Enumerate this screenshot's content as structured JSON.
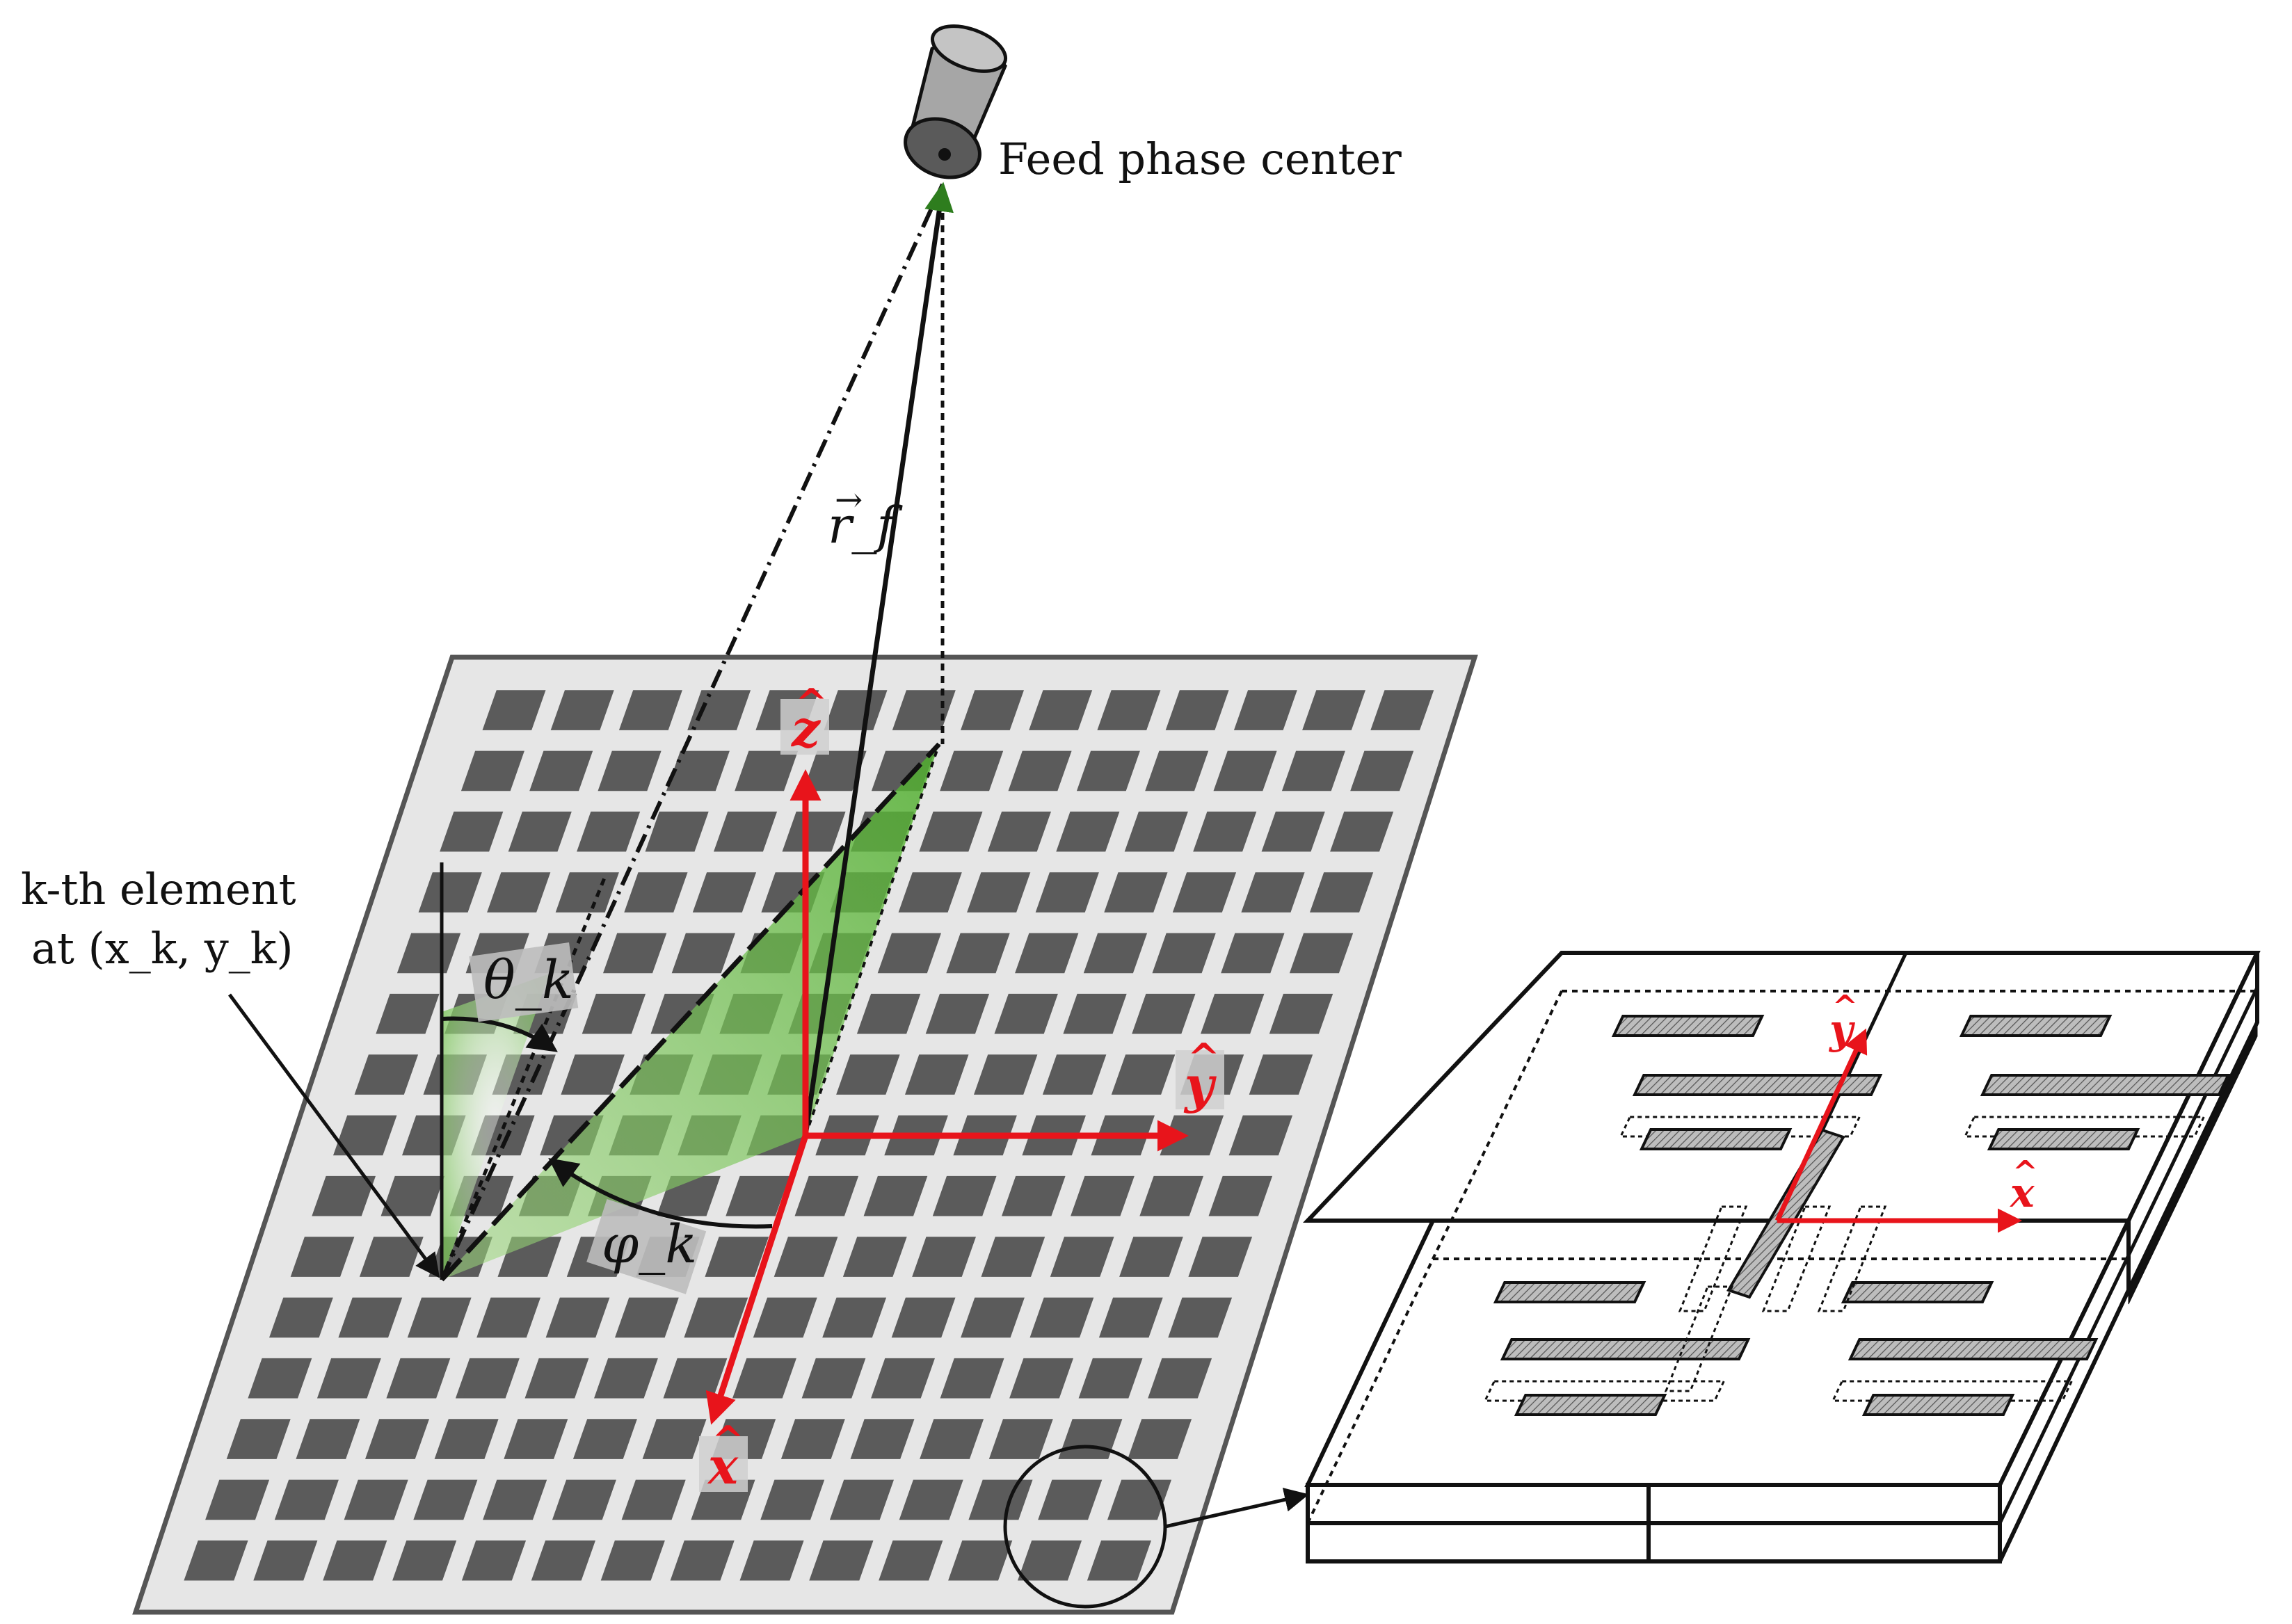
{
  "labels": {
    "feed": "Feed phase center",
    "element_line1": "k-th element",
    "element_line2": "at (x_k, y_k)",
    "rf": "r_f",
    "theta": "θ_k",
    "phi": "φ_k",
    "axis_x": "x",
    "axis_y": "y",
    "axis_z": "z",
    "cell_x": "x",
    "cell_y": "y"
  },
  "colors": {
    "axis": "#e8141b",
    "panel": "#e6e6e6",
    "patch": "#5b5b5b",
    "green": "#6dbf4b"
  },
  "grid": {
    "rows": 15,
    "cols": 14
  }
}
